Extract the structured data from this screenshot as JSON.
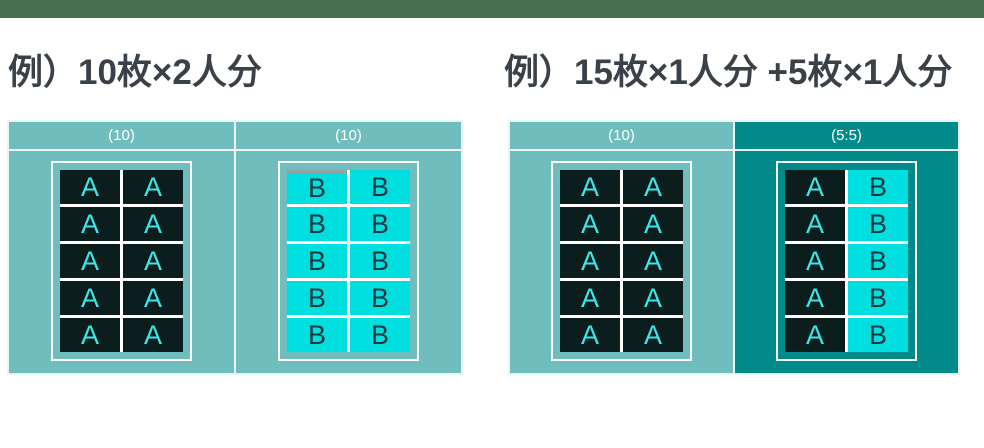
{
  "colors": {
    "top_bar_green": "#487050",
    "title_text": "#3A4148",
    "panel_teal": "#6FBDBD",
    "panel_dark_teal": "#008A8A",
    "cell_dark": "#0C1D1D",
    "cell_cyan": "#00DFDF",
    "letter_on_dark": "#3CE6E6",
    "letter_on_cyan": "#173A40",
    "header_text": "#FFFFFF",
    "border_white": "#FFFFFF"
  },
  "cell_style_map": {
    "A": "dark",
    "B": "cyan"
  },
  "examples": [
    {
      "title": "例）10枚×2人分",
      "panels": [
        {
          "header": "(10)",
          "theme": "light",
          "rows": [
            [
              "A",
              "A"
            ],
            [
              "A",
              "A"
            ],
            [
              "A",
              "A"
            ],
            [
              "A",
              "A"
            ],
            [
              "A",
              "A"
            ]
          ]
        },
        {
          "header": "(10)",
          "theme": "light",
          "rows": [
            [
              "B",
              "B"
            ],
            [
              "B",
              "B"
            ],
            [
              "B",
              "B"
            ],
            [
              "B",
              "B"
            ],
            [
              "B",
              "B"
            ]
          ],
          "selected_cell": {
            "row": 0,
            "col": 0
          }
        }
      ]
    },
    {
      "title": "例）15枚×1人分 +5枚×1人分",
      "panels": [
        {
          "header": "(10)",
          "theme": "light",
          "rows": [
            [
              "A",
              "A"
            ],
            [
              "A",
              "A"
            ],
            [
              "A",
              "A"
            ],
            [
              "A",
              "A"
            ],
            [
              "A",
              "A"
            ]
          ]
        },
        {
          "header": "(5:5)",
          "theme": "dark",
          "rows": [
            [
              "A",
              "B"
            ],
            [
              "A",
              "B"
            ],
            [
              "A",
              "B"
            ],
            [
              "A",
              "B"
            ],
            [
              "A",
              "B"
            ]
          ]
        }
      ]
    }
  ]
}
